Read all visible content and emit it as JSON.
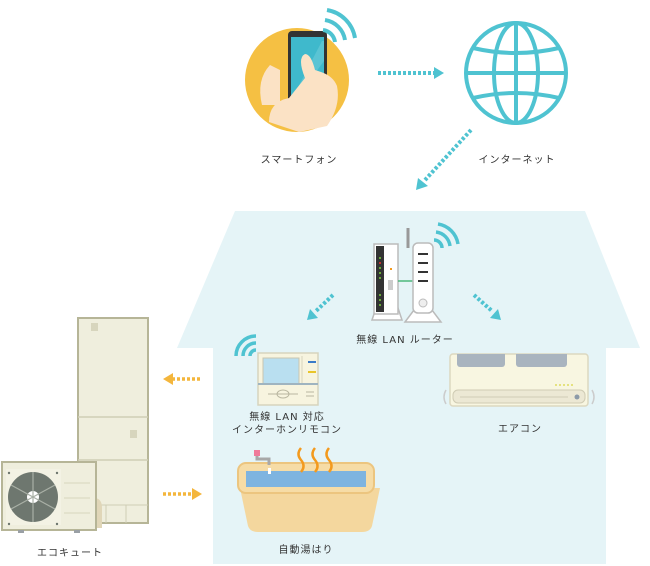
{
  "diagram": {
    "title": "",
    "nodes": {
      "smartphone": {
        "label": "スマートフォン"
      },
      "internet": {
        "label": "インターネット"
      },
      "router": {
        "label": "無線 LAN ルーター"
      },
      "intercom": {
        "label_line1": "無線 LAN 対応",
        "label_line2": "インターホンリモコン"
      },
      "aircon": {
        "label": "エアコン"
      },
      "ecocute": {
        "label": "エコキュート"
      },
      "bath": {
        "label": "自動湯はり"
      }
    },
    "edges": [
      {
        "from": "smartphone",
        "to": "internet",
        "style": "dotted",
        "color": "#4fc3d1"
      },
      {
        "from": "internet",
        "to": "router",
        "style": "dotted",
        "color": "#4fc3d1"
      },
      {
        "from": "router",
        "to": "intercom",
        "style": "dotted",
        "color": "#4fc3d1"
      },
      {
        "from": "router",
        "to": "aircon",
        "style": "dotted",
        "color": "#4fc3d1"
      },
      {
        "from": "intercom",
        "to": "ecocute",
        "style": "dotted",
        "color": "#f4b63c"
      },
      {
        "from": "ecocute",
        "to": "bath",
        "style": "dotted",
        "color": "#f4b63c"
      }
    ],
    "colors": {
      "accent_blue": "#4fc3d1",
      "accent_yellow": "#f4b63c",
      "house_fill": "#e5f4f7",
      "phone_circle": "#f5c043"
    }
  }
}
